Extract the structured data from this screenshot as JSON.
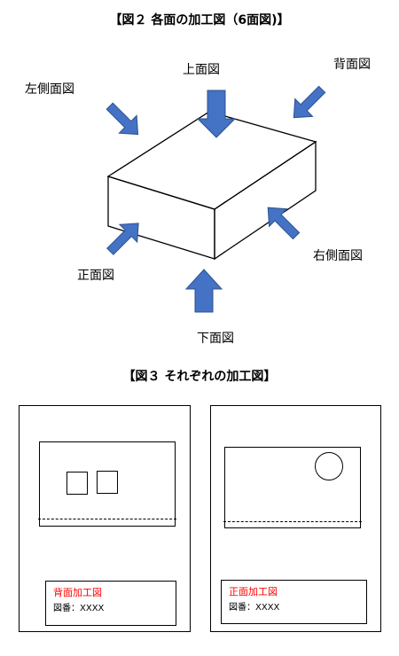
{
  "fig2": {
    "title": "【図２ 各面の加工図（6面図)】",
    "labels": {
      "top": "上面図",
      "back": "背面図",
      "left": "左側面図",
      "front": "正面図",
      "right": "右側面図",
      "bottom": "下面図"
    },
    "arrow_color": "#4472c4",
    "arrow_border_color": "#2f528f"
  },
  "fig3": {
    "title": "【図３ それぞれの加工図】",
    "sheets": [
      {
        "title": "背面加工図",
        "number": "図番：XXXX"
      },
      {
        "title": "正面加工図",
        "number": "図番：XXXX"
      }
    ],
    "title_color": "#ff0000"
  }
}
